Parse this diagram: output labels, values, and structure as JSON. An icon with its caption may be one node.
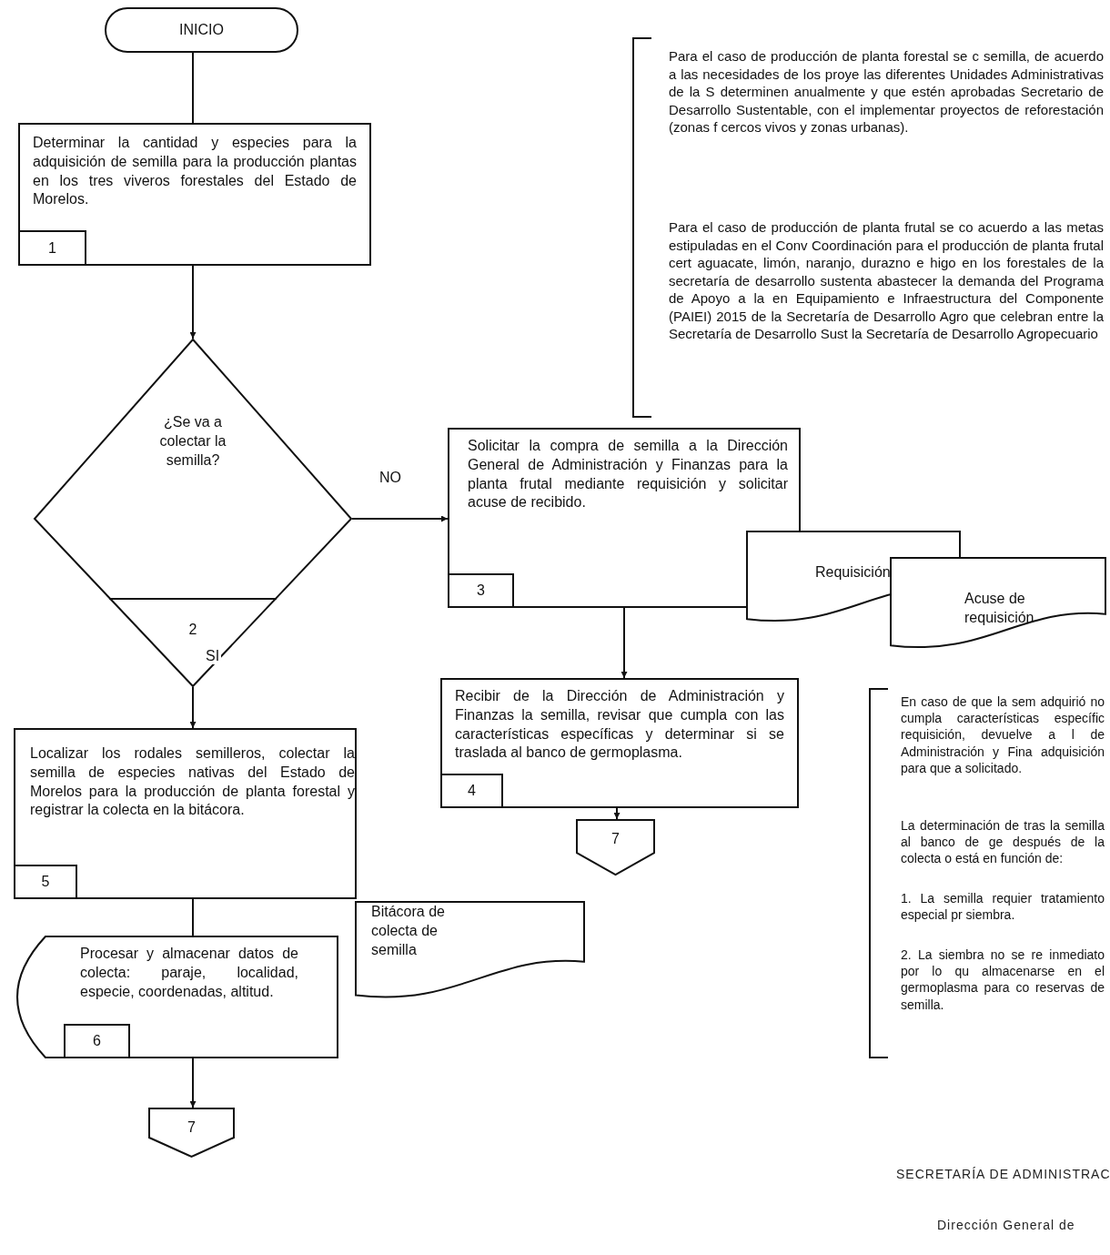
{
  "diagram": {
    "nodes": [
      {
        "text": [
          "INICIO"
        ]
      },
      {
        "text": [
          "Determinar la cantidad y especies para la adquisición de semilla para la producción plantas en los tres viveros forestales del Estado de Morelos.",
          "1"
        ]
      },
      {
        "text": [
          "¿Se va a colectar la semilla?",
          "2"
        ]
      },
      {
        "text": [
          "Solicitar la compra de semilla a la Dirección General de Administración y Finanzas para la planta frutal mediante requisición y solicitar acuse de recibido.",
          "3"
        ]
      },
      {
        "text": [
          "Requisición"
        ]
      },
      {
        "text": [
          "Acuse de requisición"
        ]
      },
      {
        "text": [
          "Recibir de la Dirección de Administración y Finanzas la semilla, revisar que cumpla con las características específicas y determinar si se traslada al banco de germoplasma.",
          "4"
        ]
      },
      {
        "text": [
          "7"
        ]
      },
      {
        "text": [
          "Localizar los rodales semilleros, colectar la semilla de especies nativas del Estado de Morelos para la producción de planta forestal y registrar la colecta en la bitácora.",
          "5"
        ]
      },
      {
        "text": [
          "Bitácora de colecta de semilla"
        ]
      },
      {
        "text": [
          "Procesar y almacenar datos de colecta: paraje, localidad, especie, coordenadas, altitud.",
          "6"
        ]
      },
      {
        "text": [
          "7"
        ]
      }
    ],
    "edges": [
      {
        "from": 0,
        "to": 1,
        "arrow": "none"
      },
      {
        "from": 1,
        "to": 2,
        "arrow": "to"
      },
      {
        "from": 2,
        "to": 3,
        "arrow": "to",
        "label": "NO"
      },
      {
        "from": 2,
        "to": 8,
        "arrow": "to",
        "label": "SI"
      },
      {
        "from": 3,
        "to": 6,
        "arrow": "to"
      },
      {
        "from": 6,
        "to": 7,
        "arrow": "to"
      },
      {
        "from": 8,
        "to": 10,
        "arrow": "none"
      },
      {
        "from": 10,
        "to": 11,
        "arrow": "to"
      }
    ],
    "labels": [
      "Para el caso de producción de planta forestal se c semilla, de acuerdo a las necesidades de los proye las diferentes Unidades Administrativas de la S determinen anualmente y que estén aprobadas Secretario de Desarrollo Sustentable, con el implementar proyectos de reforestación (zonas f cercos vivos y zonas urbanas).",
      "Para el caso de producción de planta frutal se co acuerdo a las metas estipuladas en el Conv Coordinación para el producción de planta frutal cert aguacate, limón, naranjo, durazno e higo en los forestales de la secretaría de desarrollo sustenta abastecer la demanda del Programa de Apoyo a la en Equipamiento e Infraestructura del Componente (PAIEI) 2015 de la Secretaría de Desarrollo Agro que celebran entre la Secretaría de Desarrollo Sust la Secretaría de Desarrollo Agropecuario",
      "En caso de que la sem adquirió no cumpla características específic requisición, devuelve a l de Administración y Fina adquisición para que a solicitado.",
      "La determinación de tras la semilla al banco de ge después de la colecta o está en función de:",
      "1. La semilla requier tratamiento especial pr siembra.",
      "2. La siembra no se re inmediato por lo qu almacenarse en el germoplasma para co reservas de semilla.",
      "SECRETARÍA DE ADMINISTRAC",
      "Dirección General de"
    ]
  }
}
